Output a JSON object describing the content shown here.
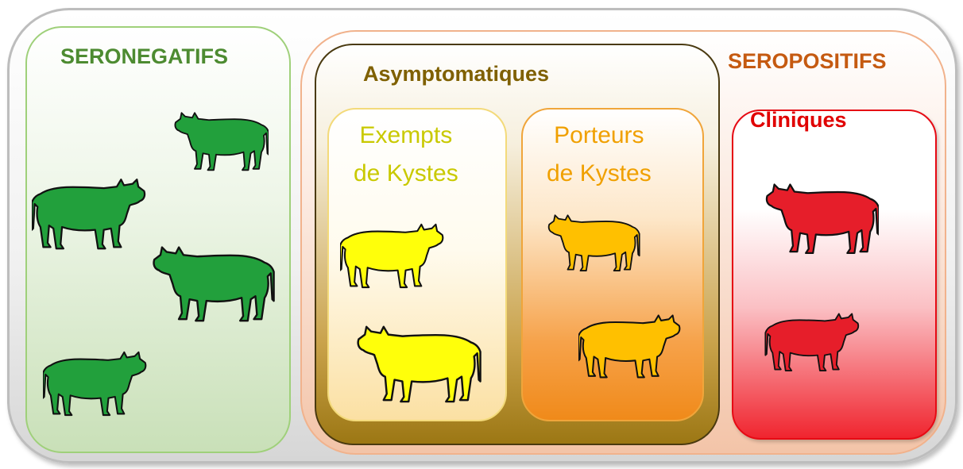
{
  "colors": {
    "seronegatifs": "#4d8b31",
    "seropositifs": "#c55a11",
    "asymptomatiques": "#7f6000",
    "exempts": "#c9c900",
    "porteurs": "#f0a000",
    "cliniques": "#e00000",
    "cow_green": "#22a03c",
    "cow_yellow": "#ffff0a",
    "cow_orange": "#ffc000",
    "cow_red": "#e61e2a"
  },
  "groups": {
    "seronegatifs": {
      "label": "SERONEGATIFS"
    },
    "seropositifs": {
      "label": "SEROPOSITIFS"
    },
    "asymptomatiques": {
      "label": "Asymptomatiques"
    },
    "exempts": {
      "label": "Exempts\nde Kystes"
    },
    "porteurs": {
      "label": "Porteurs\nde Kystes"
    },
    "cliniques": {
      "label": "Cliniques"
    }
  },
  "cow_counts": {
    "seronegatifs": 4,
    "exempts": 2,
    "porteurs": 2,
    "cliniques": 2
  }
}
